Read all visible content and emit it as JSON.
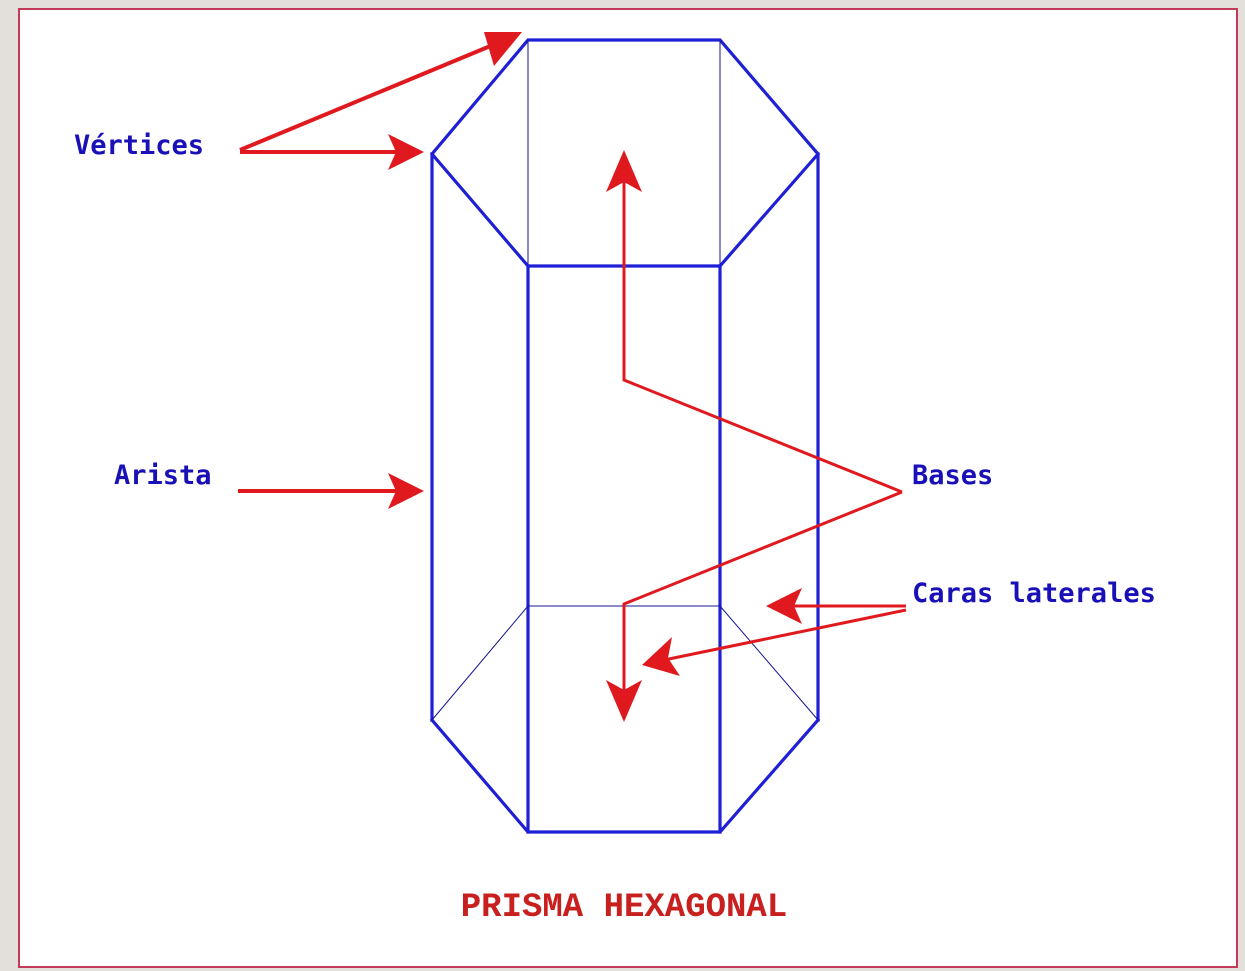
{
  "labels": {
    "vertices": "Vértices",
    "arista": "Arista",
    "bases": "Bases",
    "caras_laterales": "Caras laterales"
  },
  "title": "PRISMA HEXAGONAL",
  "colors": {
    "edges": "#1f1fd6",
    "label_text": "#1a10b8",
    "arrows": "#e0191f",
    "title_text": "#c8201e",
    "slide_border": "#c4395a",
    "background": "#e3e0dc"
  }
}
